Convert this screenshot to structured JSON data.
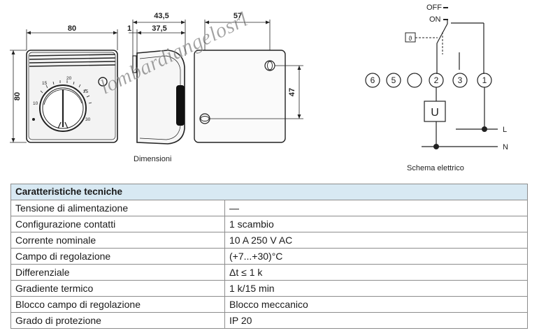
{
  "drawing": {
    "front": {
      "width": "80",
      "height": "80",
      "scale": [
        "10",
        "15",
        "20",
        "25",
        "30"
      ]
    },
    "side": {
      "depth_total": "43,5",
      "gap": "1",
      "depth_body": "37,5"
    },
    "back": {
      "width": "57",
      "hole_spacing": "47"
    },
    "caption": "Dimensioni",
    "watermark": "lombardiangelosrl"
  },
  "schema": {
    "caption": "Schema elettrico",
    "off_label": "OFF",
    "on_label": "ON",
    "theta": "ϑ",
    "terminals": [
      "6",
      "5",
      "",
      "2",
      "3",
      "1"
    ],
    "load": "U",
    "line_L": "L",
    "line_N": "N"
  },
  "table": {
    "title": "Caratteristiche tecniche",
    "rows": [
      {
        "label": "Tensione di alimentazione",
        "value": "—"
      },
      {
        "label": "Configurazione contatti",
        "value": "1 scambio"
      },
      {
        "label": "Corrente nominale",
        "value": "10 A 250 V AC"
      },
      {
        "label": "Campo di regolazione",
        "value": "(+7...+30)°C"
      },
      {
        "label": "Differenziale",
        "value": "Δt ≤ 1 k"
      },
      {
        "label": "Gradiente termico",
        "value": "1 k/15 min"
      },
      {
        "label": "Blocco campo di regolazione",
        "value": "Blocco meccanico"
      },
      {
        "label": "Grado di protezione",
        "value": "IP 20"
      }
    ]
  }
}
